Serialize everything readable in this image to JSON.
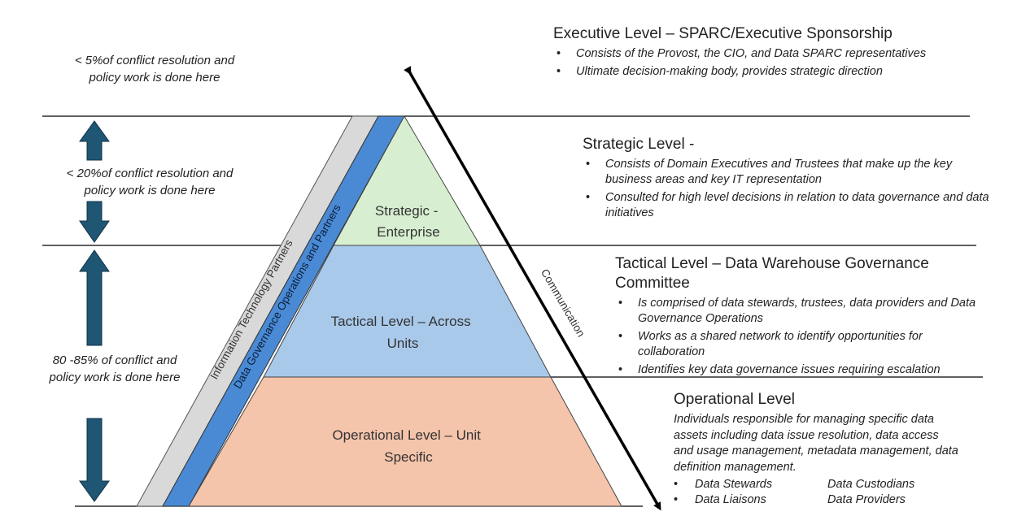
{
  "percentages": {
    "top": "< 5%of conflict resolution and policy work is done here",
    "middle": "< 20%of conflict resolution and policy work is done here",
    "bottom": "80 -85% of conflict and policy work is done here"
  },
  "pyramid": {
    "strategic_label": [
      "Strategic -",
      "Enterprise"
    ],
    "tactical_label": [
      "Tactical Level – Across",
      "Units"
    ],
    "operational_label": [
      "Operational Level – Unit",
      "Specific"
    ],
    "it_partners": "Information Technology Partners",
    "dgo_partners": "Data Governance Operations and Partners",
    "communication": "Communication"
  },
  "levels": {
    "executive": {
      "title": "Executive Level – SPARC/Executive Sponsorship",
      "bullets": [
        "Consists of the Provost, the CIO, and Data SPARC representatives",
        "Ultimate decision-making body, provides strategic direction"
      ]
    },
    "strategic": {
      "title": "Strategic Level -",
      "bullets": [
        "Consists of Domain Executives and Trustees that make up the key business areas and key IT representation",
        "Consulted for high level decisions in relation to data governance and data initiatives"
      ]
    },
    "tactical": {
      "title": "Tactical Level – Data Warehouse Governance Committee",
      "bullets": [
        "Is comprised of data stewards, trustees, data providers and Data Governance Operations",
        "Works as a shared network to identify opportunities for collaboration",
        "Identifies key data governance issues requiring escalation"
      ]
    },
    "operational": {
      "title": "Operational Level",
      "description": "Individuals responsible for managing specific data assets including data issue resolution, data access and usage management, metadata management, data definition management.",
      "roles": [
        [
          "Data Stewards",
          "Data Custodians"
        ],
        [
          "Data Liaisons",
          "Data Providers"
        ]
      ]
    }
  },
  "colors": {
    "strategic_fill": "#d7efd0",
    "tactical_fill": "#a9c9ea",
    "operational_fill": "#f4c4ab",
    "dgo_band": "#4a8ad4",
    "it_band": "#d9d9d9",
    "arrow": "#1f5673"
  }
}
